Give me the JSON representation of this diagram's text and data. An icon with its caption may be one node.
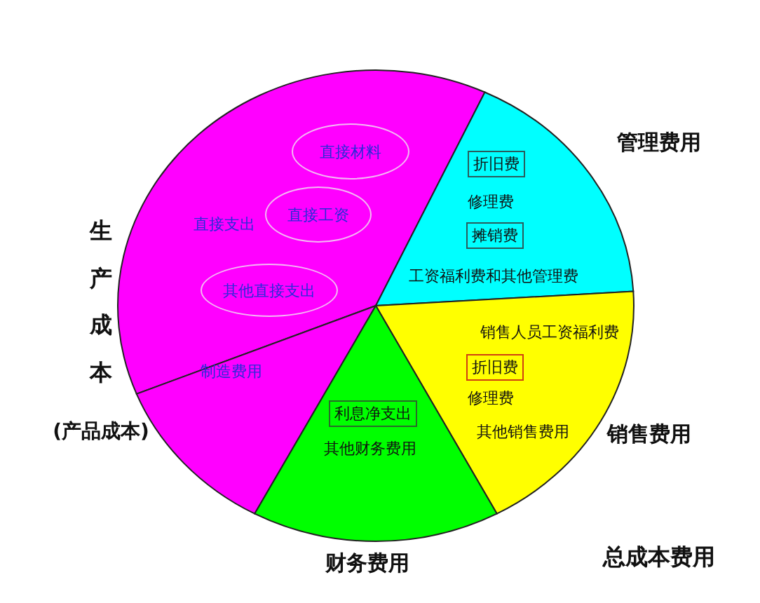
{
  "diagram": {
    "nodes": [
      {
        "text": [
          "直接支出"
        ]
      },
      {
        "text": [
          "直接材料"
        ],
        "in": 0
      },
      {
        "text": [
          "直接工资"
        ],
        "in": 0
      },
      {
        "text": [
          "其他直接支出"
        ],
        "in": 0
      },
      {
        "text": [
          "制造费用"
        ]
      },
      {
        "text": [
          "修理费",
          "工资福利费和其他管理费"
        ],
        "beside": [
          "管理费用"
        ]
      },
      {
        "text": [
          "折旧费"
        ],
        "in": 5
      },
      {
        "text": [
          "摊销费"
        ],
        "in": 5
      },
      {
        "text": [
          "销售人员工资福利费",
          "修理费",
          "其他销售费用"
        ],
        "beside": [
          "销售费用"
        ]
      },
      {
        "text": [
          "折旧费"
        ],
        "in": 8
      },
      {
        "text": [
          "其他财务费用"
        ],
        "beside": [
          "财务费用"
        ]
      },
      {
        "text": [
          "利息净支出"
        ],
        "in": 10
      }
    ],
    "labels": [
      "生产成本",
      "(产品成本)",
      "总成本费用"
    ]
  }
}
